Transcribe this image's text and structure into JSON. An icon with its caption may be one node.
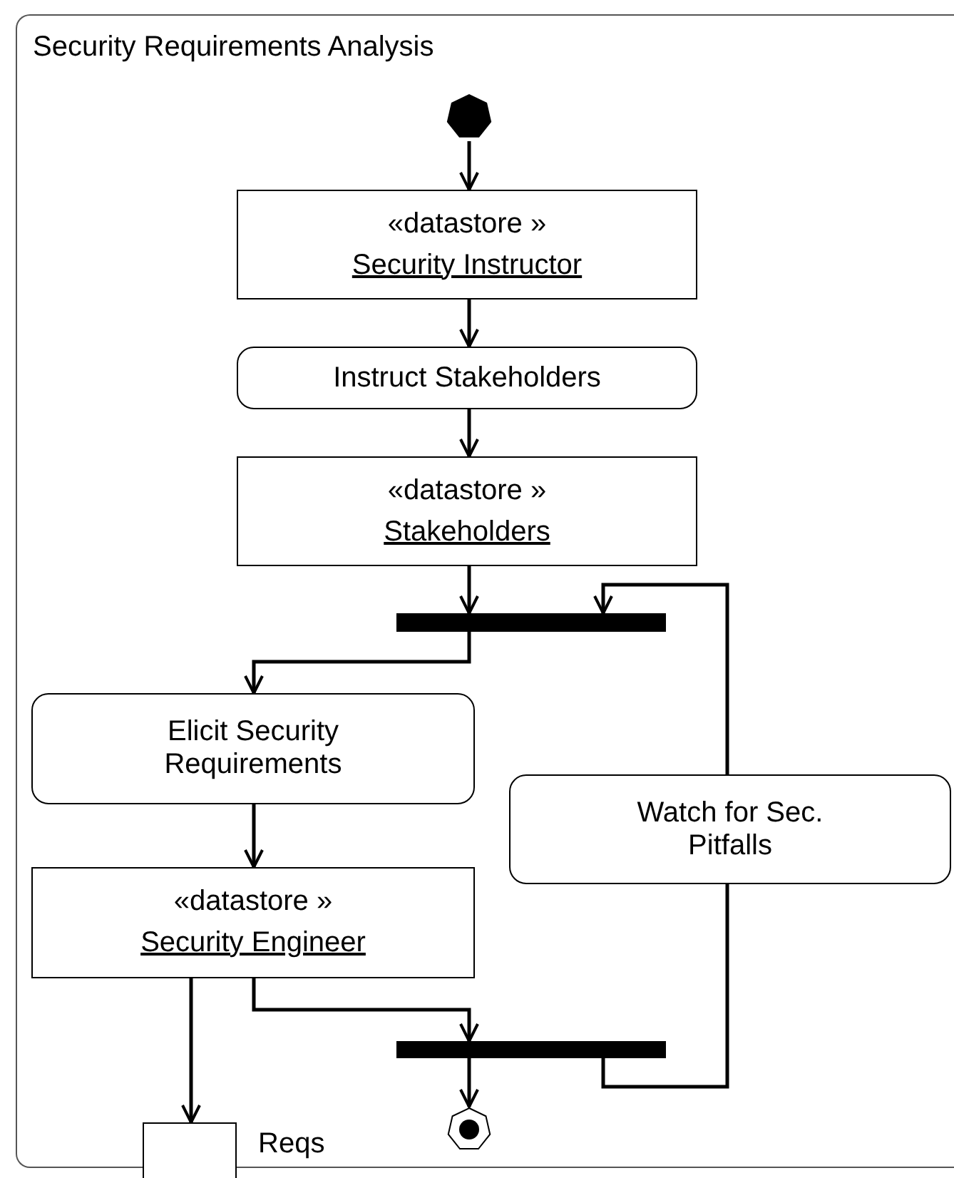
{
  "diagram": {
    "nodes": [
      {
        "text": [
          "Security Requirements Analysis"
        ]
      },
      {
        "text": [],
        "shape": "circle",
        "in": 0
      },
      {
        "text": [
          "«datastore »",
          "Security Instructor"
        ],
        "in": 0
      },
      {
        "text": [
          "Instruct Stakeholders"
        ],
        "in": 0
      },
      {
        "text": [
          "«datastore »",
          "Stakeholders"
        ],
        "in": 0
      },
      {
        "text": [],
        "shape": "bar",
        "in": 0
      },
      {
        "text": [
          "Elicit Security Requirements"
        ],
        "in": 0
      },
      {
        "text": [
          "Watch for Sec. Pitfalls"
        ],
        "in": 0
      },
      {
        "text": [
          "«datastore »",
          "Security Engineer"
        ],
        "in": 0
      },
      {
        "text": [],
        "shape": "bar",
        "in": 0
      },
      {
        "text": [],
        "shape": "circle",
        "in": 0
      },
      {
        "text": [],
        "shape": "box",
        "beside": [
          "Reqs"
        ]
      }
    ],
    "edges": [
      {
        "from": 1,
        "to": 2,
        "arrow": "to"
      },
      {
        "from": 2,
        "to": 3,
        "arrow": "to"
      },
      {
        "from": 3,
        "to": 4,
        "arrow": "to"
      },
      {
        "from": 4,
        "to": 5,
        "arrow": "to"
      },
      {
        "from": 5,
        "to": 6,
        "arrow": "to"
      },
      {
        "from": 7,
        "to": 5,
        "arrow": "to"
      },
      {
        "from": 6,
        "to": 8,
        "arrow": "to"
      },
      {
        "from": 8,
        "to": 9,
        "arrow": "to"
      },
      {
        "from": 8,
        "to": 11,
        "arrow": "to"
      },
      {
        "from": 9,
        "to": 10,
        "arrow": "to"
      },
      {
        "from": 9,
        "to": 7,
        "arrow": "none"
      }
    ]
  }
}
